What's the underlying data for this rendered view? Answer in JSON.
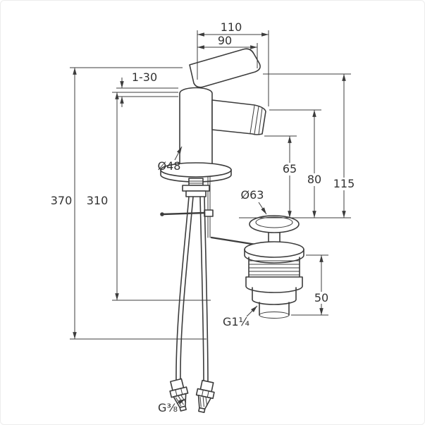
{
  "colors": {
    "line": "#3c3c3c",
    "background": "#ffffff"
  },
  "dimensions": {
    "spout_projection_total": "110",
    "spout_projection": "90",
    "deck_thickness_range": "1-30",
    "body_diameter": "Ø48",
    "overall_height": "370",
    "hose_length": "310",
    "outlet_height": "65",
    "spout_height": "80",
    "fixture_height": "115",
    "waste_cap_diameter": "Ø63",
    "waste_height": "50",
    "waste_thread": "G1¼",
    "hose_connection_thread": "G⅜"
  }
}
